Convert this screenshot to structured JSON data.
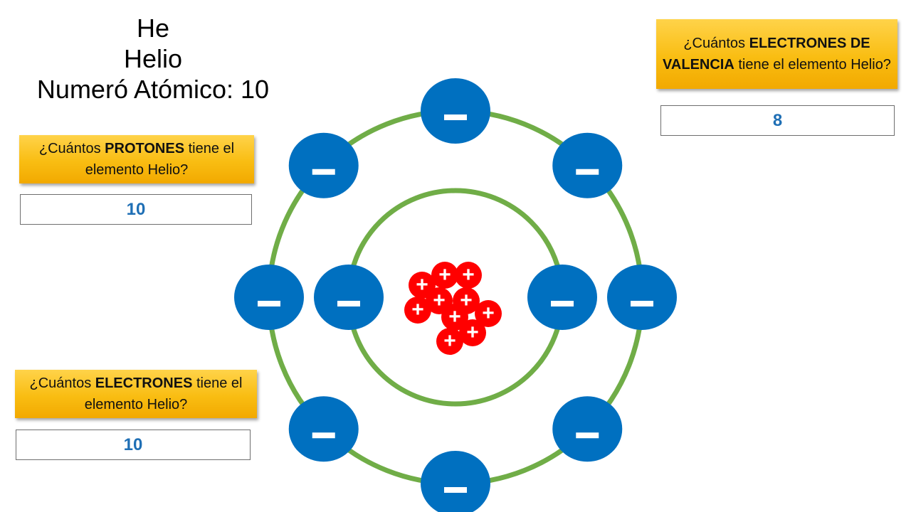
{
  "element": {
    "symbol": "He",
    "name": "Helio",
    "atomic_number_line": "Numeró Atómico: 10"
  },
  "questions": {
    "protons": {
      "prefix": "¿Cuántos ",
      "bold": "PROTONES",
      "suffix": " tiene el elemento Helio?",
      "answer": "10"
    },
    "electrons": {
      "prefix": "¿Cuántos ",
      "bold": "ELECTRONES",
      "suffix": " tiene el elemento Helio?",
      "answer": "10"
    },
    "valence": {
      "prefix": "¿Cuántos ",
      "bold": "ELECTRONES DE VALENCIA",
      "suffix": " tiene el elemento Helio?",
      "answer": "8"
    }
  },
  "atom": {
    "shells": [
      {
        "shell": 1,
        "electrons": 2
      },
      {
        "shell": 2,
        "electrons": 8
      }
    ],
    "protons": 10,
    "electron_symbol": "−",
    "proton_symbol": "+",
    "colors": {
      "orbit": "#70ad47",
      "electron": "#0070c0",
      "proton": "#ff0000",
      "sign": "#ffffff"
    }
  }
}
